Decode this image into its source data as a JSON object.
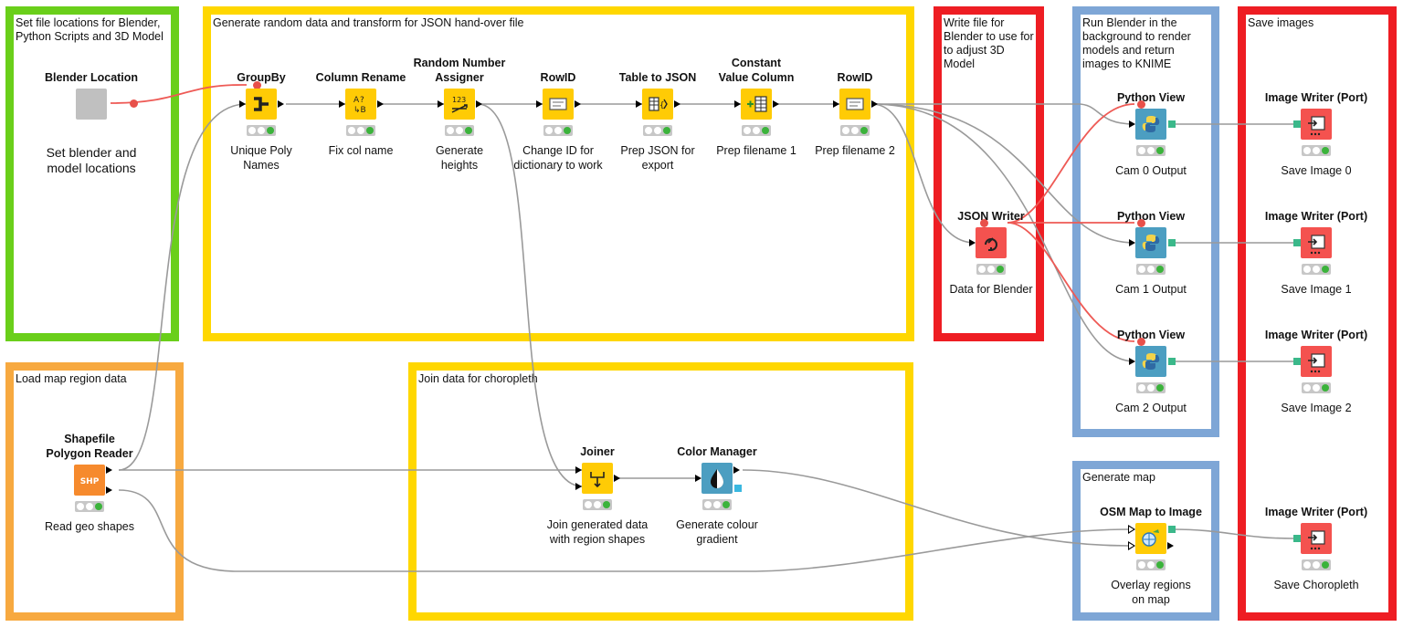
{
  "colors": {
    "green": "#6acf1a",
    "yellow": "#ffd700",
    "orange": "#f7a940",
    "red": "#ee1d23",
    "blue": "#7ea6d6",
    "node_yellow": "#ffcb05",
    "node_red": "#f4524f",
    "node_blue": "#4c9ec1",
    "node_orange": "#f68a2d",
    "node_gray": "#c0c0c0",
    "wire": "#9a9a9a",
    "flow_wire": "#ee5a55"
  },
  "annotations": {
    "setup": "Set file locations for Blender,\nPython Scripts and 3D Model",
    "generate": "Generate random data and transform for JSON hand-over file",
    "write": "Write file for\nBlender to use for\nto adjust 3D\nModel",
    "render": "Run Blender in the\nbackground to render\nmodels and return\nimages to KNIME",
    "save": "Save images",
    "load": "Load map region data",
    "join": "Join data for choropleth",
    "map": "Generate map"
  },
  "nodes": {
    "blender_location": {
      "title": "Blender Location",
      "label": "Set blender and\nmodel locations",
      "icon": "blank-icon"
    },
    "groupby": {
      "title": "GroupBy",
      "label": "Unique Poly\nNames",
      "icon": "groupby-icon"
    },
    "column_rename": {
      "title": "Column Rename",
      "label": "Fix col name",
      "icon": "rename-icon"
    },
    "random_number": {
      "title": "Random Number\nAssigner",
      "label": "Generate\nheights",
      "icon": "random-number-icon"
    },
    "rowid_1": {
      "title": "RowID",
      "label": "Change ID for\ndictionary to work",
      "icon": "rowid-icon"
    },
    "table_to_json": {
      "title": "Table to JSON",
      "label": "Prep JSON for\nexport",
      "icon": "json-icon"
    },
    "constant_value": {
      "title": "Constant\nValue Column",
      "label": "Prep filename 1",
      "icon": "constant-column-icon"
    },
    "rowid_2": {
      "title": "RowID",
      "label": "Prep filename 2",
      "icon": "rowid-icon"
    },
    "json_writer": {
      "title": "JSON Writer",
      "label": "Data for Blender",
      "icon": "writer-icon"
    },
    "python_view_0": {
      "title": "Python View",
      "label": "Cam 0 Output",
      "icon": "python-icon"
    },
    "python_view_1": {
      "title": "Python View",
      "label": "Cam 1 Output",
      "icon": "python-icon"
    },
    "python_view_2": {
      "title": "Python View",
      "label": "Cam 2 Output",
      "icon": "python-icon"
    },
    "image_writer_0": {
      "title": "Image Writer (Port)",
      "label": "Save Image 0",
      "icon": "image-writer-icon"
    },
    "image_writer_1": {
      "title": "Image Writer (Port)",
      "label": "Save Image 1",
      "icon": "image-writer-icon"
    },
    "image_writer_2": {
      "title": "Image Writer (Port)",
      "label": "Save Image 2",
      "icon": "image-writer-icon"
    },
    "image_writer_3": {
      "title": "Image Writer (Port)",
      "label": "Save Choropleth",
      "icon": "image-writer-icon"
    },
    "shapefile_reader": {
      "title": "Shapefile\nPolygon Reader",
      "label": "Read geo shapes",
      "icon": "shp-icon",
      "icon_text": "SHP"
    },
    "joiner": {
      "title": "Joiner",
      "label": "Join generated data\nwith region shapes",
      "icon": "joiner-icon"
    },
    "color_manager": {
      "title": "Color Manager",
      "label": "Generate colour\ngradient",
      "icon": "color-manager-icon"
    },
    "osm_map": {
      "title": "OSM Map to Image",
      "label": "Overlay regions\non map",
      "icon": "osm-map-icon"
    }
  }
}
